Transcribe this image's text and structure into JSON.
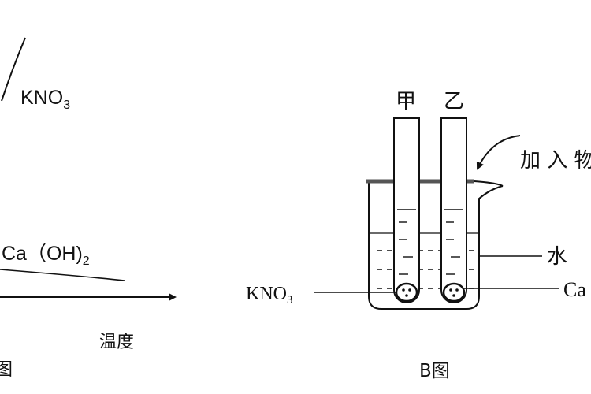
{
  "figure_a": {
    "curve_kno3_label": "KNO",
    "curve_kno3_sub": "3",
    "curve_caoh2_label": "Ca（OH)",
    "curve_caoh2_sub": "2",
    "x_axis_label": "温度",
    "caption": "图"
  },
  "figure_b": {
    "tube_left_label": "甲",
    "tube_right_label": "乙",
    "add_label": "加 入 物",
    "water_label": "水",
    "kno3_label": "KNO",
    "kno3_sub": "3",
    "caoh2_label": "Ca",
    "caption": "B图"
  },
  "colors": {
    "ink": "#111111",
    "beaker_rim": "#555555",
    "background": "#ffffff"
  }
}
